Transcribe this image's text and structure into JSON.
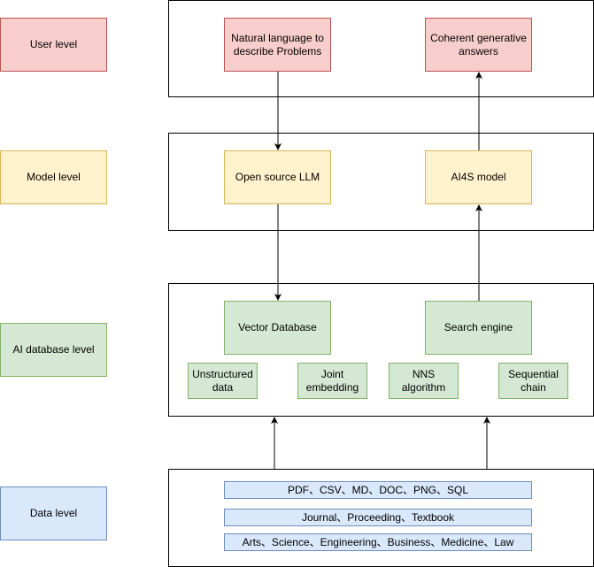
{
  "levels": {
    "user": "User level",
    "model": "Model level",
    "ai_database": "AI database level",
    "data": "Data level"
  },
  "user_level": {
    "problems": "Natural language to describe Problems",
    "answers": "Coherent generative answers"
  },
  "model_level": {
    "llm": "Open source LLM",
    "ai4s": "AI4S model"
  },
  "ai_database_level": {
    "vector_db": "Vector Database",
    "search_engine": "Search engine",
    "unstructured": "Unstructured data",
    "joint_embedding": "Joint embedding",
    "nns": "NNS algorithm",
    "sequential": "Sequential chain"
  },
  "data_level": {
    "formats": "PDF、CSV、MD、DOC、PNG、SQL",
    "sources": "Journal、Proceeding、Textbook",
    "fields": "Arts、Science、Engineering、Business、Medicine、Law"
  },
  "colors": {
    "red_fill": "#f8cecc",
    "red_stroke": "#b85450",
    "yellow_fill": "#fff2cc",
    "yellow_stroke": "#d6b656",
    "green_fill": "#d5e8d4",
    "green_stroke": "#82b366",
    "blue_fill": "#dae8fc",
    "blue_stroke": "#6c8ebf"
  }
}
